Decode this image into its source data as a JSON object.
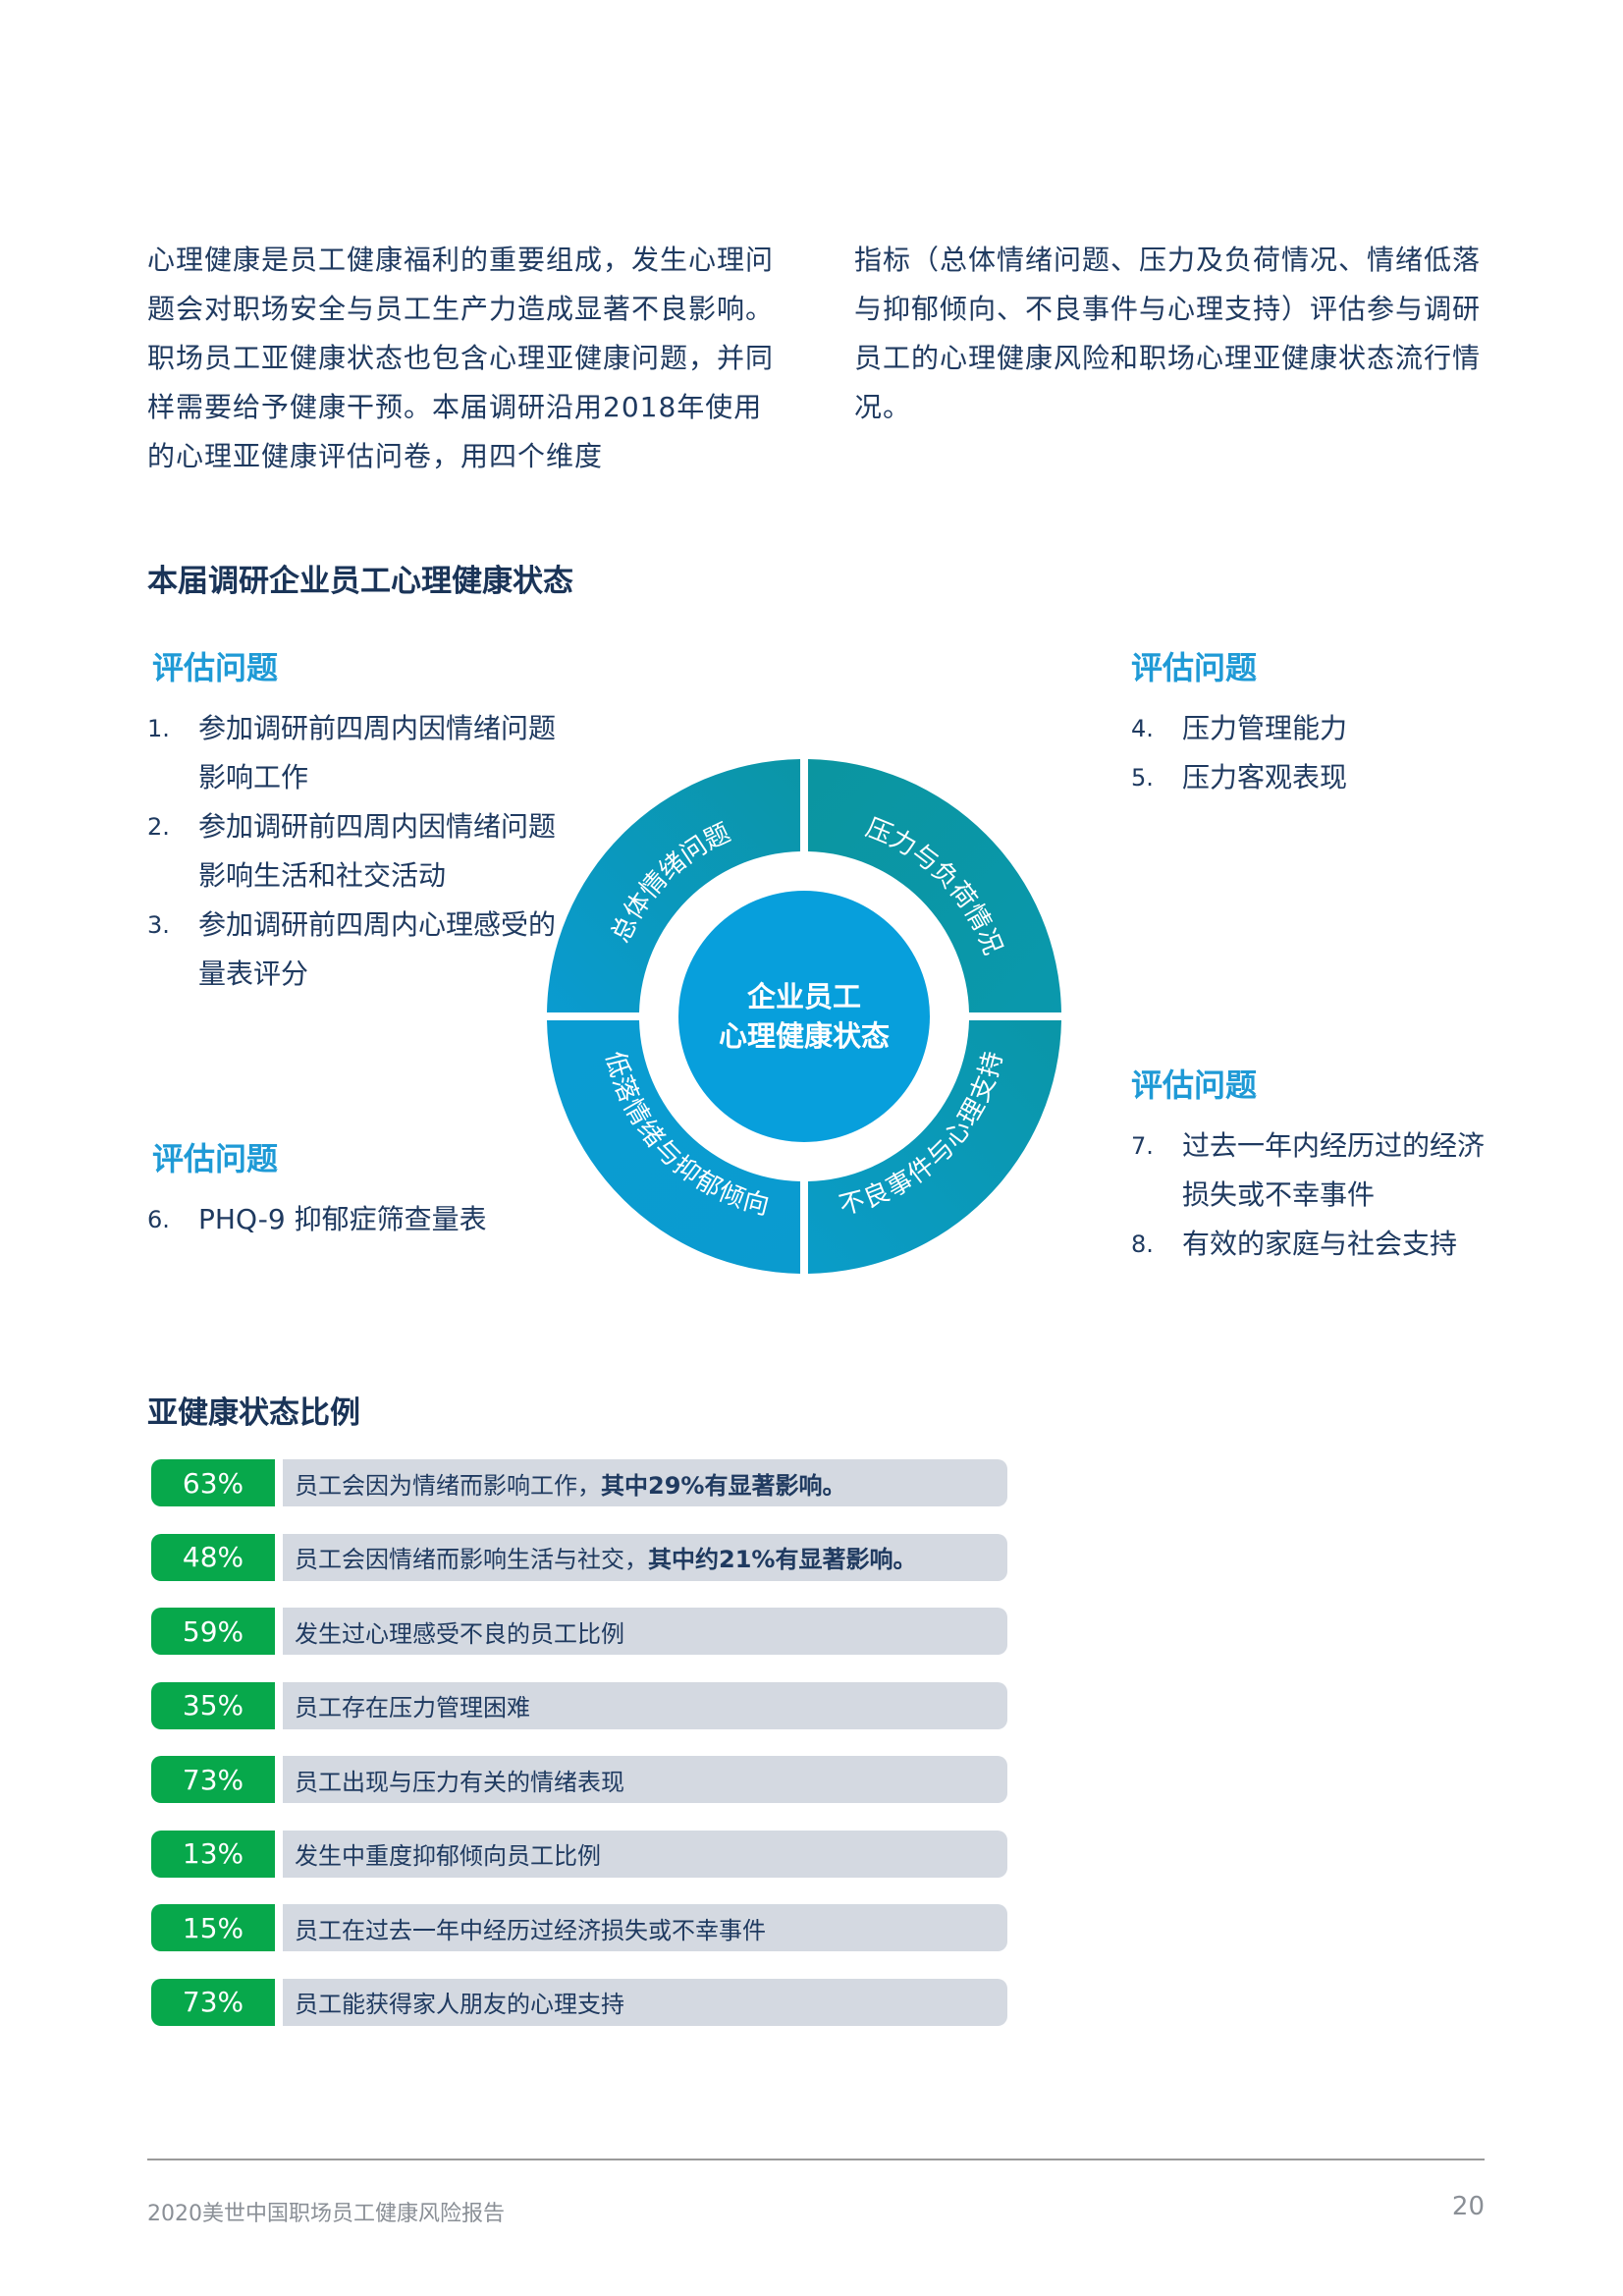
{
  "intro": {
    "left": "心理健康是员工健康福利的重要组成，发生心理问题会对职场安全与员工生产力造成显著不良影响。职场员工亚健康状态也包含心理亚健康问题，并同样需要给予健康干预。本届调研沿用2018年使用的心理亚健康评估问卷，用四个维度",
    "right": "指标（总体情绪问题、压力及负荷情况、情绪低落与抑郁倾向、不良事件与心理支持）评估参与调研员工的心理健康风险和职场心理亚健康状态流行情况。"
  },
  "section1": {
    "title": "本届调研企业员工心理健康状态"
  },
  "diagram": {
    "center_line1": "企业员工",
    "center_line2": "心理健康状态",
    "segments": [
      {
        "label": "总体情绪问题",
        "position": "top-left"
      },
      {
        "label": "压力与负荷情况",
        "position": "top-right"
      },
      {
        "label": "低落情绪与抑郁倾向",
        "position": "bottom-left"
      },
      {
        "label": "不良事件与心理支持",
        "position": "bottom-right"
      }
    ],
    "colors": {
      "ring_blue": "#0a9bcf",
      "ring_teal": "#0a97a8",
      "center": "#079fdc"
    }
  },
  "eval_groups": [
    {
      "title": "评估问题",
      "items": [
        {
          "num": "1.",
          "text": "参加调研前四周内因情绪问题影响工作"
        },
        {
          "num": "2.",
          "text": "参加调研前四周内因情绪问题影响生活和社交活动"
        },
        {
          "num": "3.",
          "text": "参加调研前四周内心理感受的量表评分"
        }
      ]
    },
    {
      "title": "评估问题",
      "items": [
        {
          "num": "4.",
          "text": "压力管理能力"
        },
        {
          "num": "5.",
          "text": "压力客观表现"
        }
      ]
    },
    {
      "title": "评估问题",
      "items": [
        {
          "num": "6.",
          "text": "PHQ-9 抑郁症筛查量表"
        }
      ]
    },
    {
      "title": "评估问题",
      "items": [
        {
          "num": "7.",
          "text": "过去一年内经历过的经济损失或不幸事件"
        },
        {
          "num": "8.",
          "text": "有效的家庭与社会支持"
        }
      ]
    }
  ],
  "section2": {
    "title": "亚健康状态比例"
  },
  "stats": [
    {
      "pct": "63%",
      "text": "员工会因为情绪而影响工作，",
      "bold": "其中29%有显著影响。"
    },
    {
      "pct": "48%",
      "text": "员工会因情绪而影响生活与社交，",
      "bold": "其中约21%有显著影响。"
    },
    {
      "pct": "59%",
      "text": "发生过心理感受不良的员工比例",
      "bold": ""
    },
    {
      "pct": "35%",
      "text": "员工存在压力管理困难",
      "bold": ""
    },
    {
      "pct": "73%",
      "text": "员工出现与压力有关的情绪表现",
      "bold": ""
    },
    {
      "pct": "13%",
      "text": "发生中重度抑郁倾向员工比例",
      "bold": ""
    },
    {
      "pct": "15%",
      "text": "员工在过去一年中经历过经济损失或不幸事件",
      "bold": ""
    },
    {
      "pct": "73%",
      "text": "员工能获得家人朋友的心理支持",
      "bold": ""
    }
  ],
  "footer": {
    "report_title": "2020美世中国职场员工健康风险报告",
    "page_number": "20"
  }
}
